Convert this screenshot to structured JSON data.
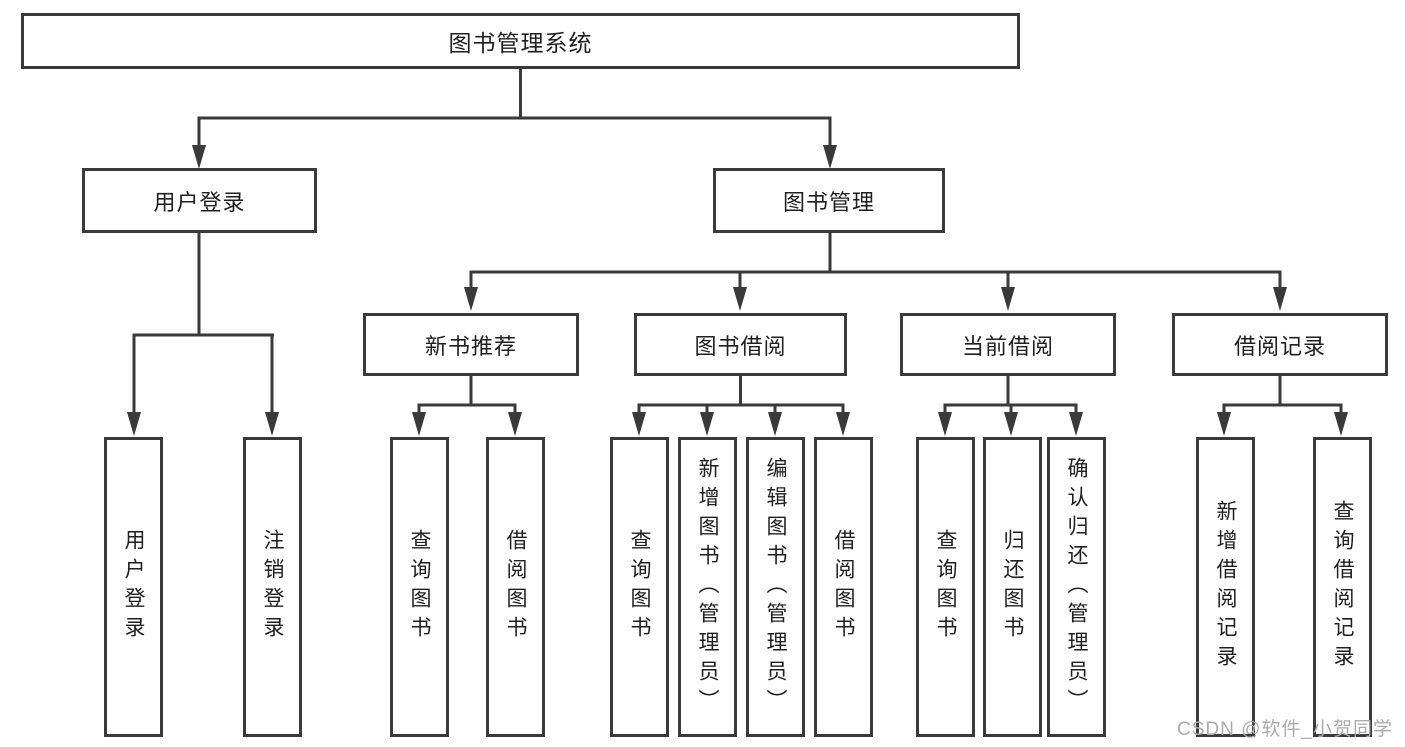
{
  "tree": {
    "label": "图书管理系统",
    "children": [
      {
        "label": "用户登录",
        "children": [
          {
            "label": "用户登录"
          },
          {
            "label": "注销登录"
          }
        ]
      },
      {
        "label": "图书管理",
        "children": [
          {
            "label": "新书推荐",
            "children": [
              {
                "label": "查询图书"
              },
              {
                "label": "借阅图书"
              }
            ]
          },
          {
            "label": "图书借阅",
            "children": [
              {
                "label": "查询图书"
              },
              {
                "label": "新增图书（管理员）"
              },
              {
                "label": "编辑图书（管理员）"
              },
              {
                "label": "借阅图书"
              }
            ]
          },
          {
            "label": "当前借阅",
            "children": [
              {
                "label": "查询图书"
              },
              {
                "label": "归还图书"
              },
              {
                "label": "确认归还（管理员）"
              }
            ]
          },
          {
            "label": "借阅记录",
            "children": [
              {
                "label": "新增借阅记录"
              },
              {
                "label": "查询借阅记录"
              }
            ]
          }
        ]
      }
    ]
  },
  "watermark": {
    "text": "CSDN @软件_小贺同学"
  },
  "colors": {
    "line": "#3a3a3a",
    "text": "#1f1f1f",
    "watermark": "#ababab",
    "background": "#ffffff"
  }
}
